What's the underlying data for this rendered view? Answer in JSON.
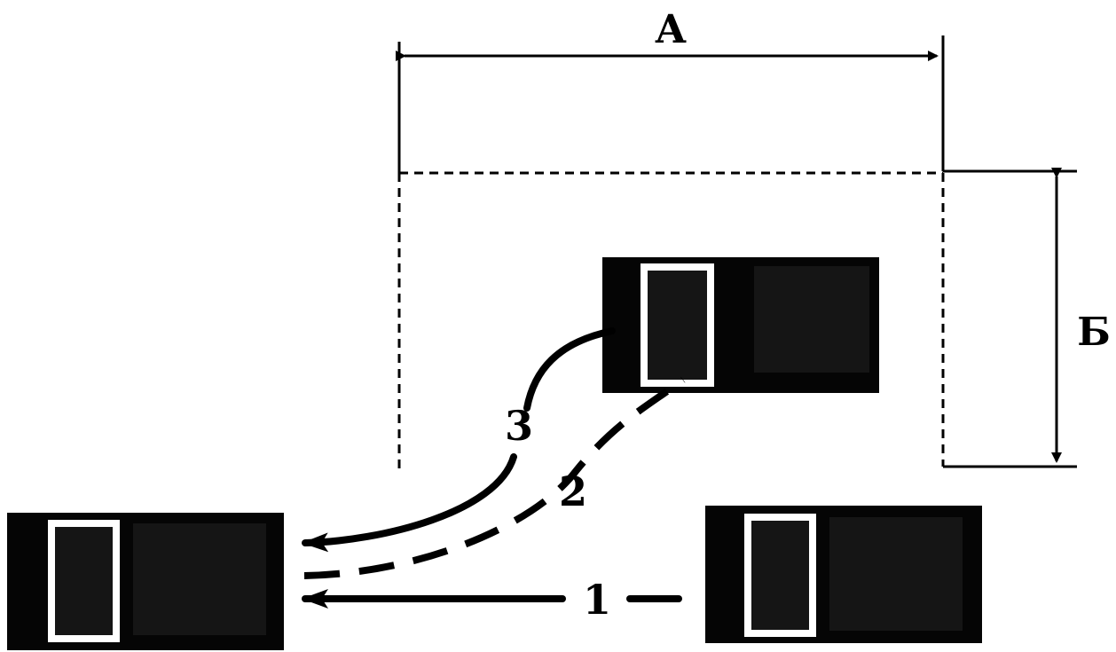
{
  "dimensions": {
    "width_label": "А",
    "depth_label": "Б"
  },
  "routes": [
    {
      "number": "1",
      "style": "solid"
    },
    {
      "number": "2",
      "style": "dashed"
    },
    {
      "number": "3",
      "style": "solid"
    }
  ],
  "colors": {
    "background": "#ffffff",
    "vehicle": "#050505",
    "lines": "#000000",
    "cabin_outline": "#ffffff"
  }
}
